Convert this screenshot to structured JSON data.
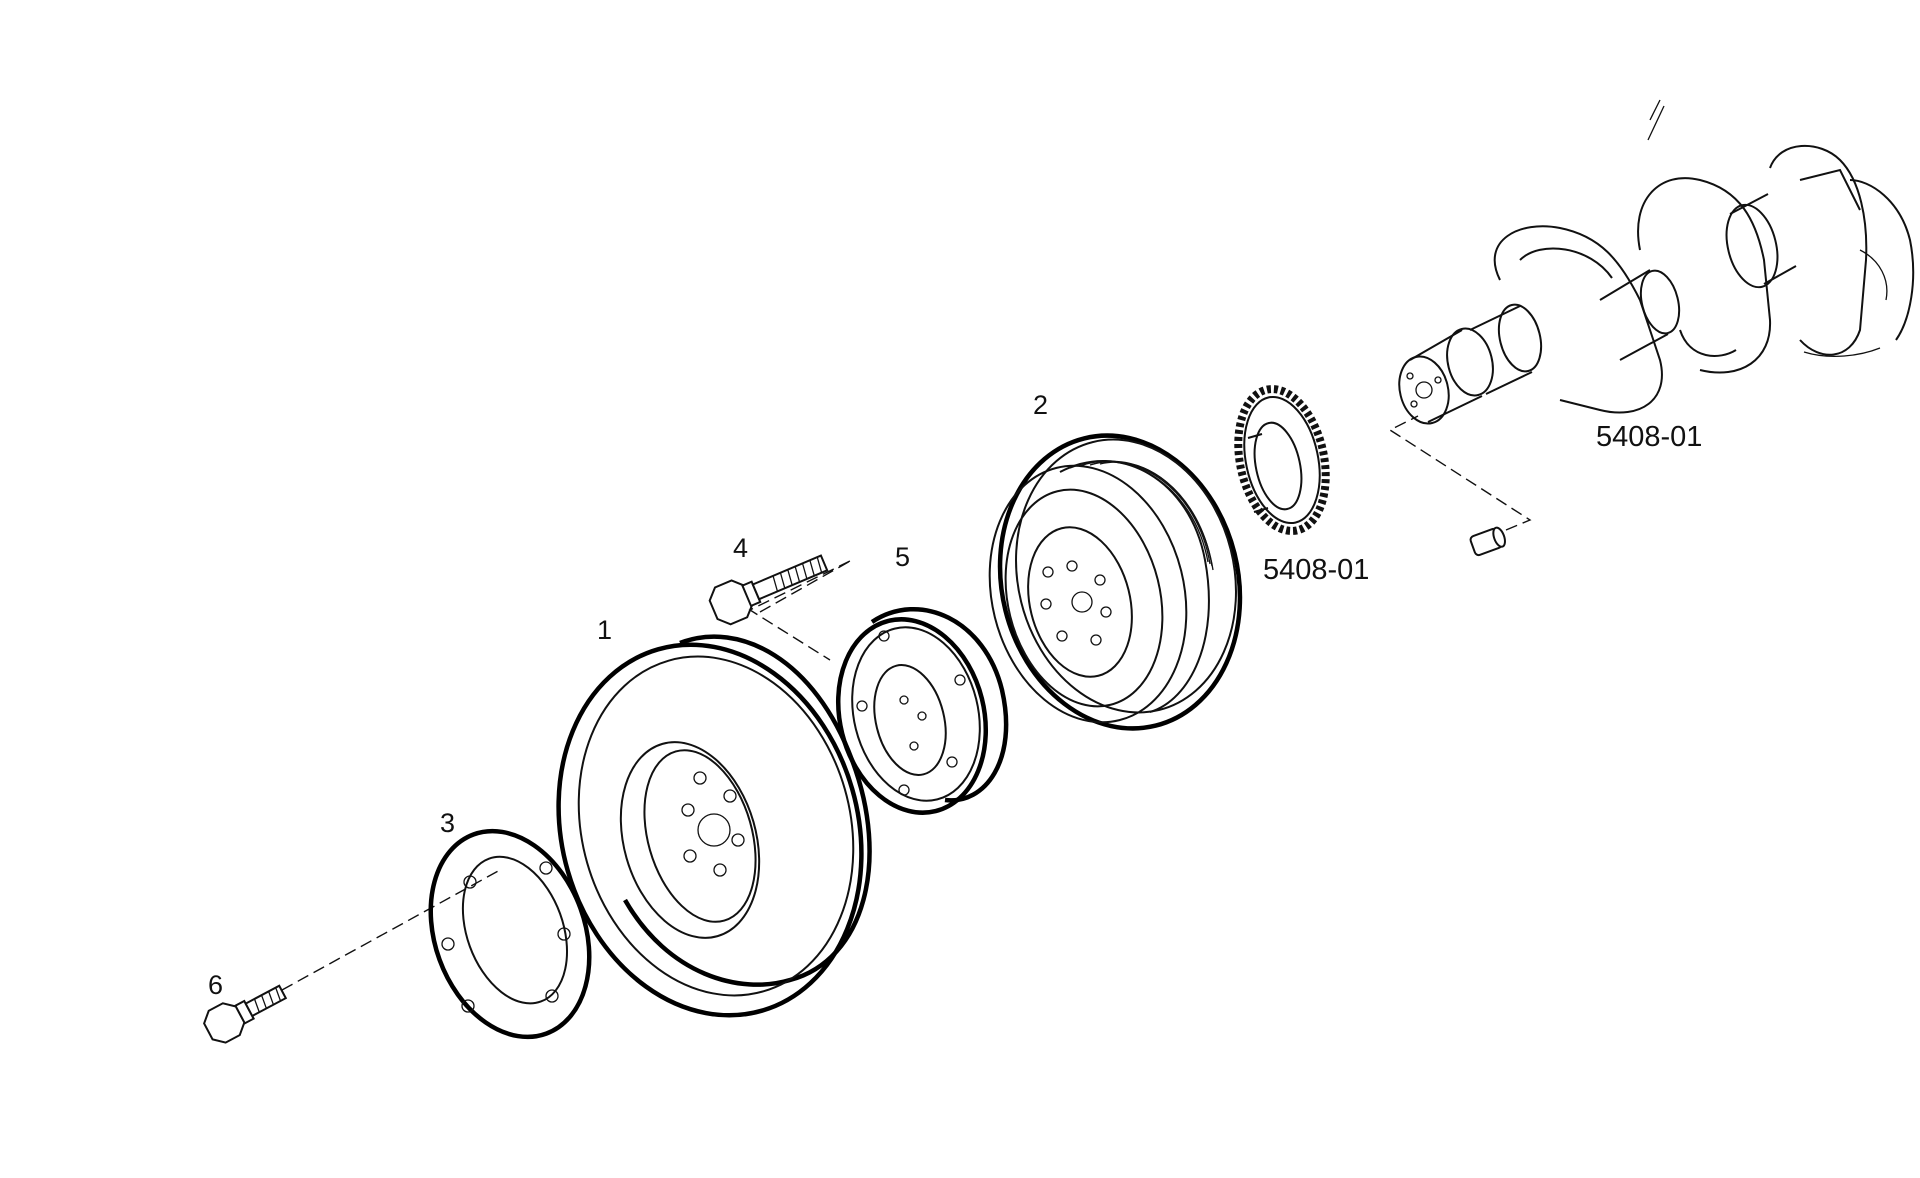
{
  "callouts": {
    "c1": "1",
    "c2": "2",
    "c3": "3",
    "c4": "4",
    "c5": "5",
    "c6": "6"
  },
  "references": {
    "gear_ref": "5408-01",
    "crankshaft_ref": "5408-01"
  }
}
